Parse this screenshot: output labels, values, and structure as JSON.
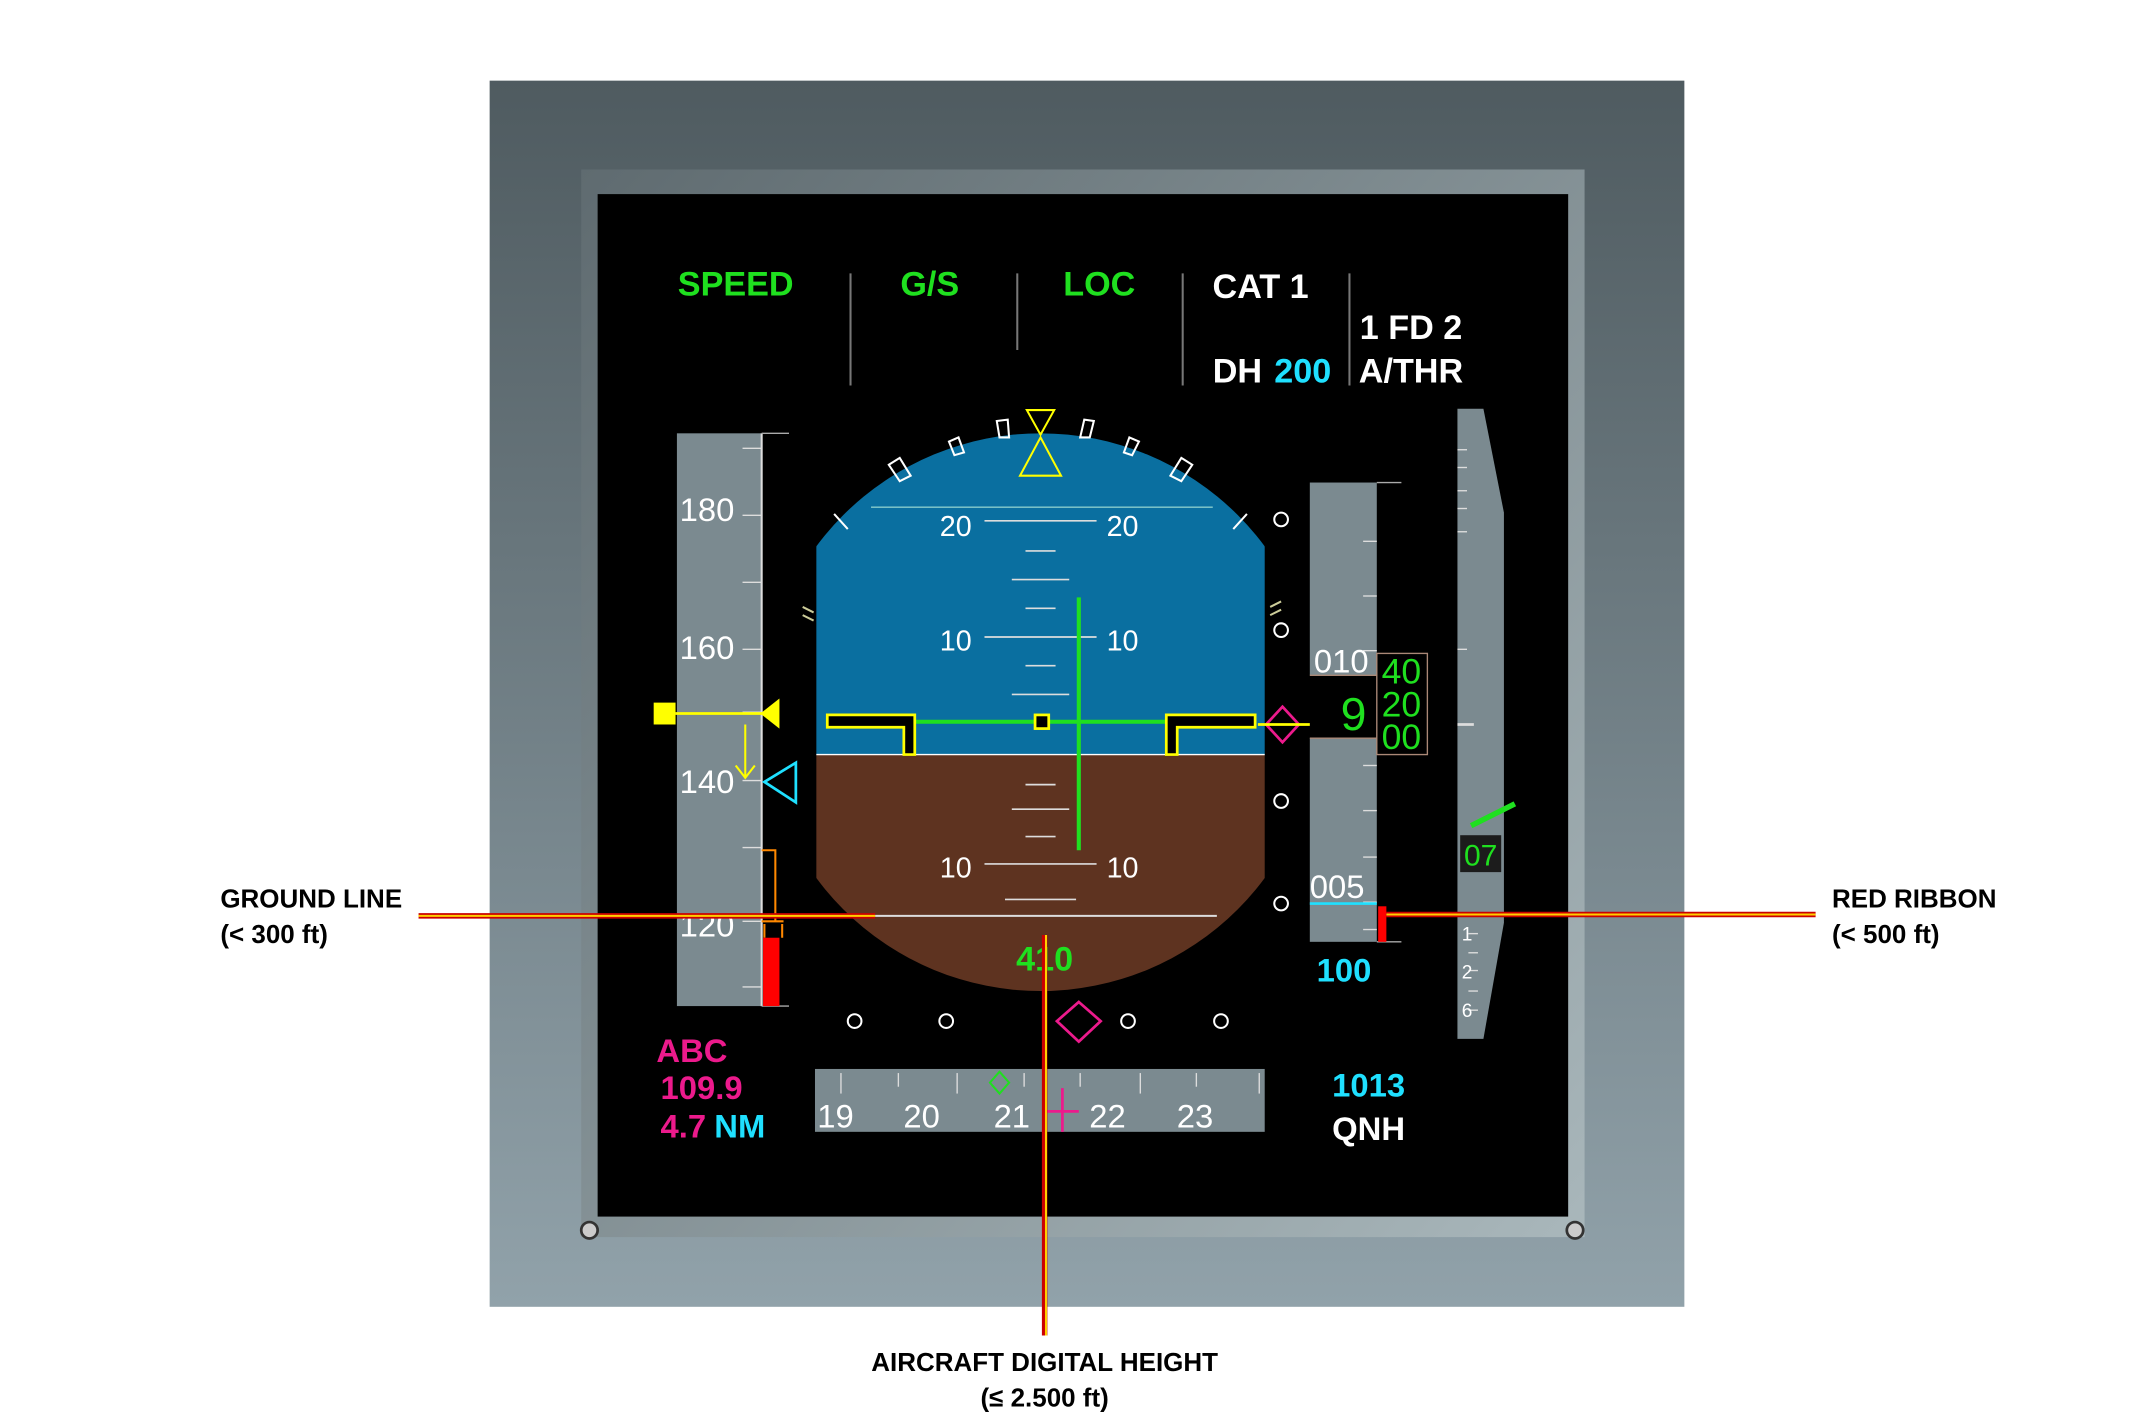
{
  "fma": {
    "speed": "SPEED",
    "gs": "G/S",
    "loc": "LOC",
    "cat": "CAT 1",
    "dh_label": "DH",
    "dh_value": "200",
    "fd": "1 FD 2",
    "athr": "A/THR"
  },
  "attitude": {
    "pitch_labels": {
      "p20": "20",
      "p10": "10",
      "m10": "10"
    },
    "radio_height": "410"
  },
  "speed_tape": {
    "labels": [
      "180",
      "160",
      "140",
      "120"
    ]
  },
  "altitude_tape": {
    "upper_label": "010",
    "lower_label": "005",
    "window_hundreds": "9",
    "drum_above": "40",
    "drum_current": "20",
    "drum_below": "00",
    "target": "100"
  },
  "vs": {
    "value": "07",
    "labels": [
      "1",
      "2",
      "6"
    ]
  },
  "heading": {
    "labels": [
      "19",
      "20",
      "21",
      "22",
      "23"
    ]
  },
  "ils": {
    "ident": "ABC",
    "freq": "109.9",
    "dist_value": "4.7",
    "dist_unit": "NM"
  },
  "baro": {
    "value": "1013",
    "mode": "QNH"
  },
  "annotations": {
    "ground_line_title": "GROUND LINE",
    "ground_line_sub": "(< 300 ft)",
    "red_ribbon_title": "RED RIBBON",
    "red_ribbon_sub": "(< 500 ft)",
    "height_title": "AIRCRAFT DIGITAL HEIGHT",
    "height_sub": "(≤ 2.500 ft)"
  },
  "colors": {
    "green": "#1fe01f",
    "cyan": "#1fe0ff",
    "magenta": "#ec1a8c",
    "yellow": "#ffff00",
    "sky": "#0a6fa0",
    "ground": "#5e3320"
  }
}
